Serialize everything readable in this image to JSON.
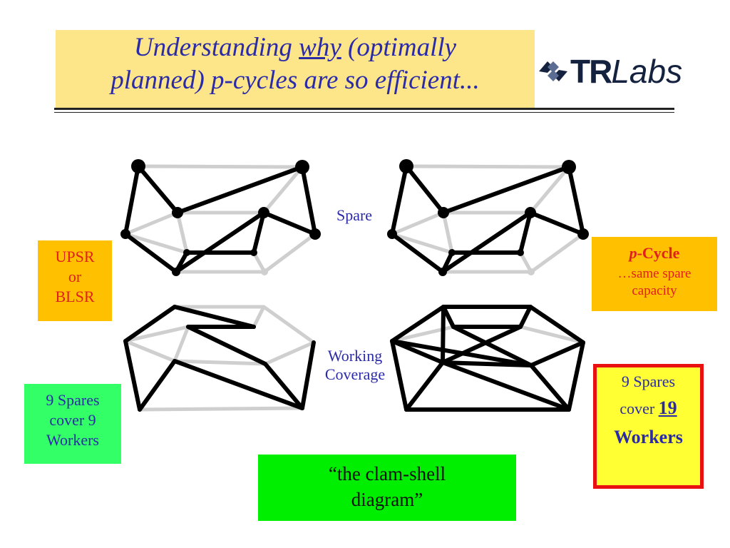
{
  "title": {
    "line1_pre": "Understanding ",
    "line1_emph": "why",
    "line1_post": " (optimally",
    "line2": "planned) p-cycles are so efficient..."
  },
  "logo": {
    "brand_bold": "TR",
    "brand_italic": "Labs",
    "icon": "tr-labs-logo-icon"
  },
  "labels": {
    "spare": "Spare",
    "working_line1": "Working",
    "working_line2": "Coverage"
  },
  "upsr_box": {
    "line1": "UPSR",
    "line2": "or",
    "line3": "BLSR"
  },
  "pcycle_box": {
    "title_italic": "p",
    "title_rest": "-Cycle",
    "sub1": "…same spare",
    "sub2": "capacity"
  },
  "left_green_box": {
    "line1": "9 Spares",
    "line2": "cover 9",
    "line3": "Workers"
  },
  "right_yellow_box": {
    "line1": "9 Spares",
    "line2_pre": "cover ",
    "line2_num": "19",
    "line3": "Workers"
  },
  "clam_box": {
    "line1": "“the clam-shell",
    "line2": "diagram”"
  },
  "colors": {
    "title_bg": "#fde58a",
    "title_text": "#2b2ba8",
    "orange_box": "#ffc000",
    "red_text": "#e02020",
    "green_box": "#33ff66",
    "yellow_box": "#ffff33",
    "red_border": "#e81010",
    "clam_green": "#00ee00",
    "heavy_link": "#000000",
    "light_link": "#cfcfcf"
  }
}
